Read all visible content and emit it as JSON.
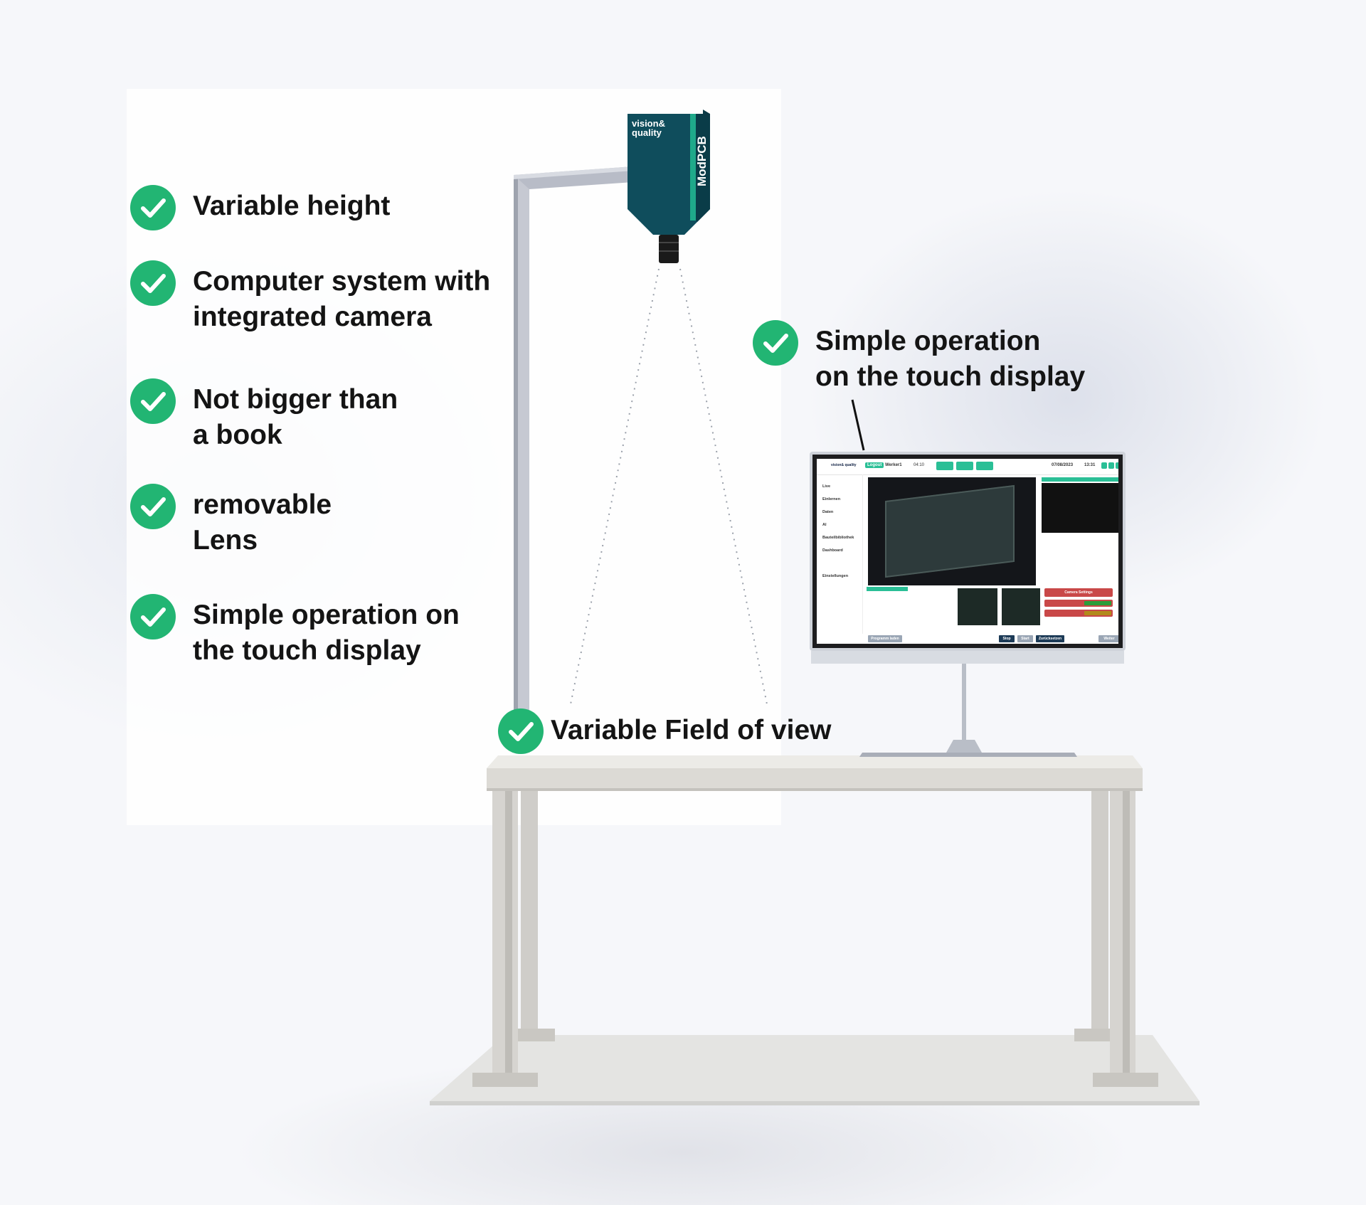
{
  "features": [
    {
      "text": "Variable height"
    },
    {
      "text": "Computer system with\nintegrated camera"
    },
    {
      "text": "Not bigger than\na book"
    },
    {
      "text": "removable\nLens"
    },
    {
      "text": "Simple operation on\nthe touch display"
    }
  ],
  "callout_display": "Simple operation\non the touch display",
  "callout_fov": "Variable Field of view",
  "camera": {
    "brand": "vision&\nquality",
    "model": "ModPCB"
  },
  "colors": {
    "check_green": "#22b573",
    "camera_teal": "#0f4d5c",
    "stripe": "#1fa98a",
    "accent_ui": "#2abf96"
  },
  "screen_ui": {
    "logout": "Logout",
    "user": "Werker1",
    "time_small": "04:10",
    "date": "07/08/2023",
    "clock": "13:31",
    "menu": [
      "Live",
      "Einlernen",
      "Daten",
      "AI",
      "Bauteilbibliothek",
      "Dashboard",
      "Einstellungen"
    ],
    "camera_settings": "Camera Settings",
    "buttons": [
      "Programm laden",
      "Stop",
      "Start",
      "Zurücksetzen",
      "Weiter"
    ]
  }
}
